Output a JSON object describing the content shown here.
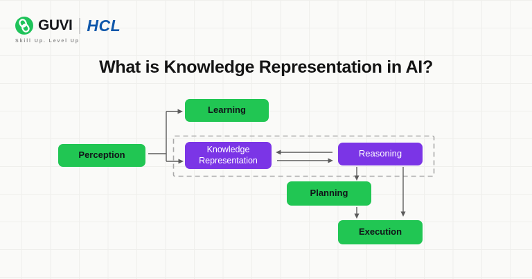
{
  "header": {
    "brand": "GUVI",
    "partner": "HCL",
    "tagline": "Skill Up. Level Up"
  },
  "title": "What is Knowledge Representation in AI?",
  "diagram": {
    "nodes": {
      "perception": {
        "label": "Perception",
        "color": "green"
      },
      "learning": {
        "label": "Learning",
        "color": "green"
      },
      "knowledge_representation": {
        "label": "Knowledge Representation",
        "color": "purple"
      },
      "reasoning": {
        "label": "Reasoning",
        "color": "purple"
      },
      "planning": {
        "label": "Planning",
        "color": "green"
      },
      "execution": {
        "label": "Execution",
        "color": "green"
      }
    },
    "connections": [
      "perception -> learning",
      "perception -> knowledge_representation",
      "reasoning -> knowledge_representation",
      "knowledge_representation -> reasoning",
      "reasoning -> planning",
      "planning -> execution",
      "reasoning -> execution"
    ],
    "colors": {
      "node_green": "#21c653",
      "node_purple": "#7b35e6",
      "arrow_gray": "#5c5c5c",
      "dashed_border": "#a8a8a8",
      "hcl_blue": "#0f57aa",
      "guvi_green": "#1fc35a"
    }
  }
}
